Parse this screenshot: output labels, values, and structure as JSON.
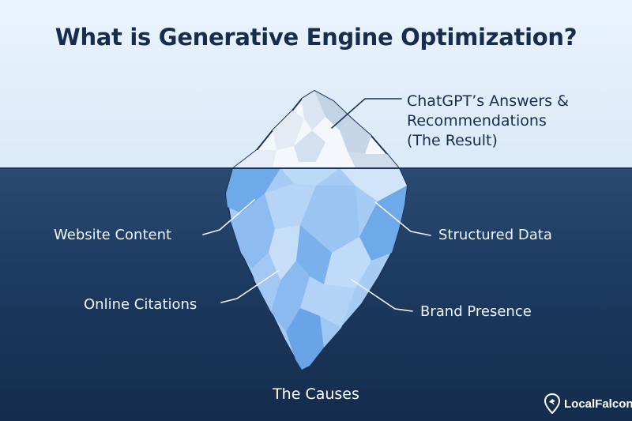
{
  "title": "What is Generative Engine Optimization?",
  "top_label": {
    "lines": [
      "ChatGPT’s Answers &",
      "Recommendations",
      "(The Result)"
    ]
  },
  "labels": {
    "website_content": "Website Content",
    "structured_data": "Structured Data",
    "online_citations": "Online Citations",
    "brand_presence": "Brand Presence"
  },
  "bottom_label": "The Causes",
  "brand": {
    "name": "LocalFalcon",
    "logo_icon": "location-pin-falcon-icon"
  },
  "colors": {
    "sky": "#e3effa",
    "sea": "#1d3a60",
    "ice_light": "#a9cdf5",
    "ice_mid": "#6aa8ec",
    "tip_white": "#f5f8fb",
    "tip_shadow": "#c3d3e6",
    "title": "#172c4f"
  }
}
